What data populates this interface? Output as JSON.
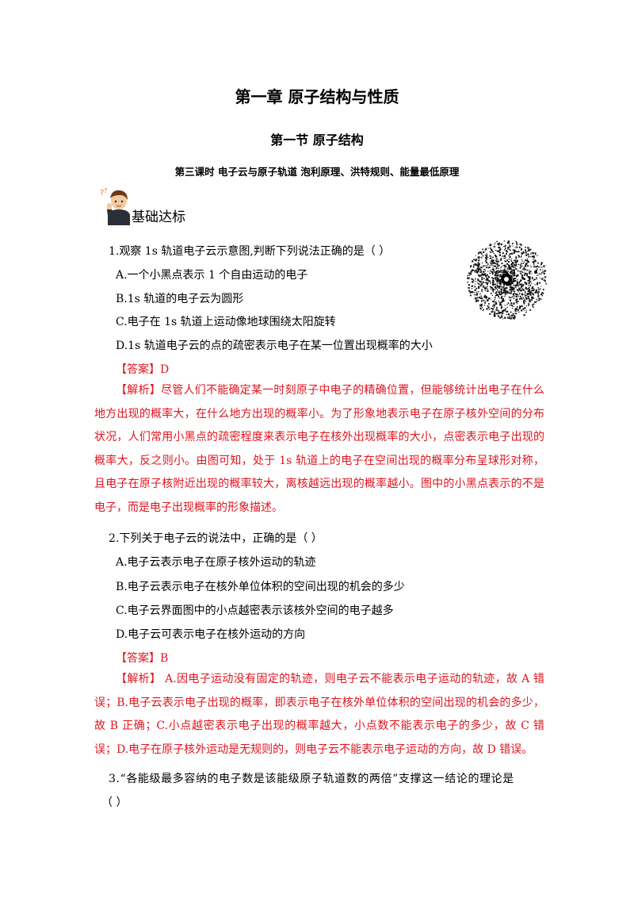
{
  "chapter_title": "第一章  原子结构与性质",
  "section_title": "第一节  原子结构",
  "lesson_title": "第三课时  电子云与原子轨道  泡利原理、洪特规则、能量最低原理",
  "badge_label": "基础达标",
  "icons": {
    "badge": "student-thinking-icon",
    "figure": "1s-electron-cloud-figure"
  },
  "accent_color": "#e0141e",
  "q1": {
    "stem": "1.观察 1s 轨道电子云示意图,判断下列说法正确的是（      ）",
    "options": [
      "A.一个小黑点表示 1 个自由运动的电子",
      "B.1s 轨道的电子云为圆形",
      "C.电子在 1s 轨道上运动像地球围绕太阳旋转",
      "D.1s 轨道电子云的点的疏密表示电子在某一位置出现概率的大小"
    ],
    "answer_label": "【答案】",
    "answer": "D",
    "analysis_label": "【解析】",
    "analysis": "尽管人们不能确定某一时刻原子中电子的精确位置，但能够统计出电子在什么地方出现的概率大，在什么地方出现的概率小。为了形象地表示电子在原子核外空间的分布状况，人们常用小黑点的疏密程度来表示电子在核外出现概率的大小，点密表示电子出现的概率大，反之则小。由图可知，处于 1s 轨道上的电子在空间出现的概率分布呈球形对称，且电子在原子核附近出现的概率较大，离核越远出现的概率越小。图中的小黑点表示的不是电子，而是电子出现概率的形象描述。"
  },
  "q2": {
    "stem": "2.下列关于电子云的说法中，正确的是（      ）",
    "options": [
      "A.电子云表示电子在原子核外运动的轨迹",
      "B.电子云表示电子在核外单位体积的空间出现的机会的多少",
      "C.电子云界面图中的小点越密表示该核外空间的电子越多",
      "D.电子云可表示电子在核外运动的方向"
    ],
    "answer_label": "【答案】",
    "answer": "B",
    "analysis_label": "【解析】",
    "analysis": " A.因电子运动没有固定的轨迹，则电子云不能表示电子运动的轨迹，故 A 错误；B.电子云表示电子出现的概率，即表示电子在核外单位体积的空间出现的机会的多少，故 B 正确；C.小点越密表示电子出现的概率越大，小点数不能表示电子的多少，故 C 错误；D.电子在原子核外运动是无规则的，则电子云不能表示电子运动的方向，故 D 错误。"
  },
  "q3": {
    "stem_line1": "3.“各能级最多容纳的电子数是该能级原子轨道数的两倍”支撑这一结论的理论是",
    "stem_line2": "（      ）"
  }
}
